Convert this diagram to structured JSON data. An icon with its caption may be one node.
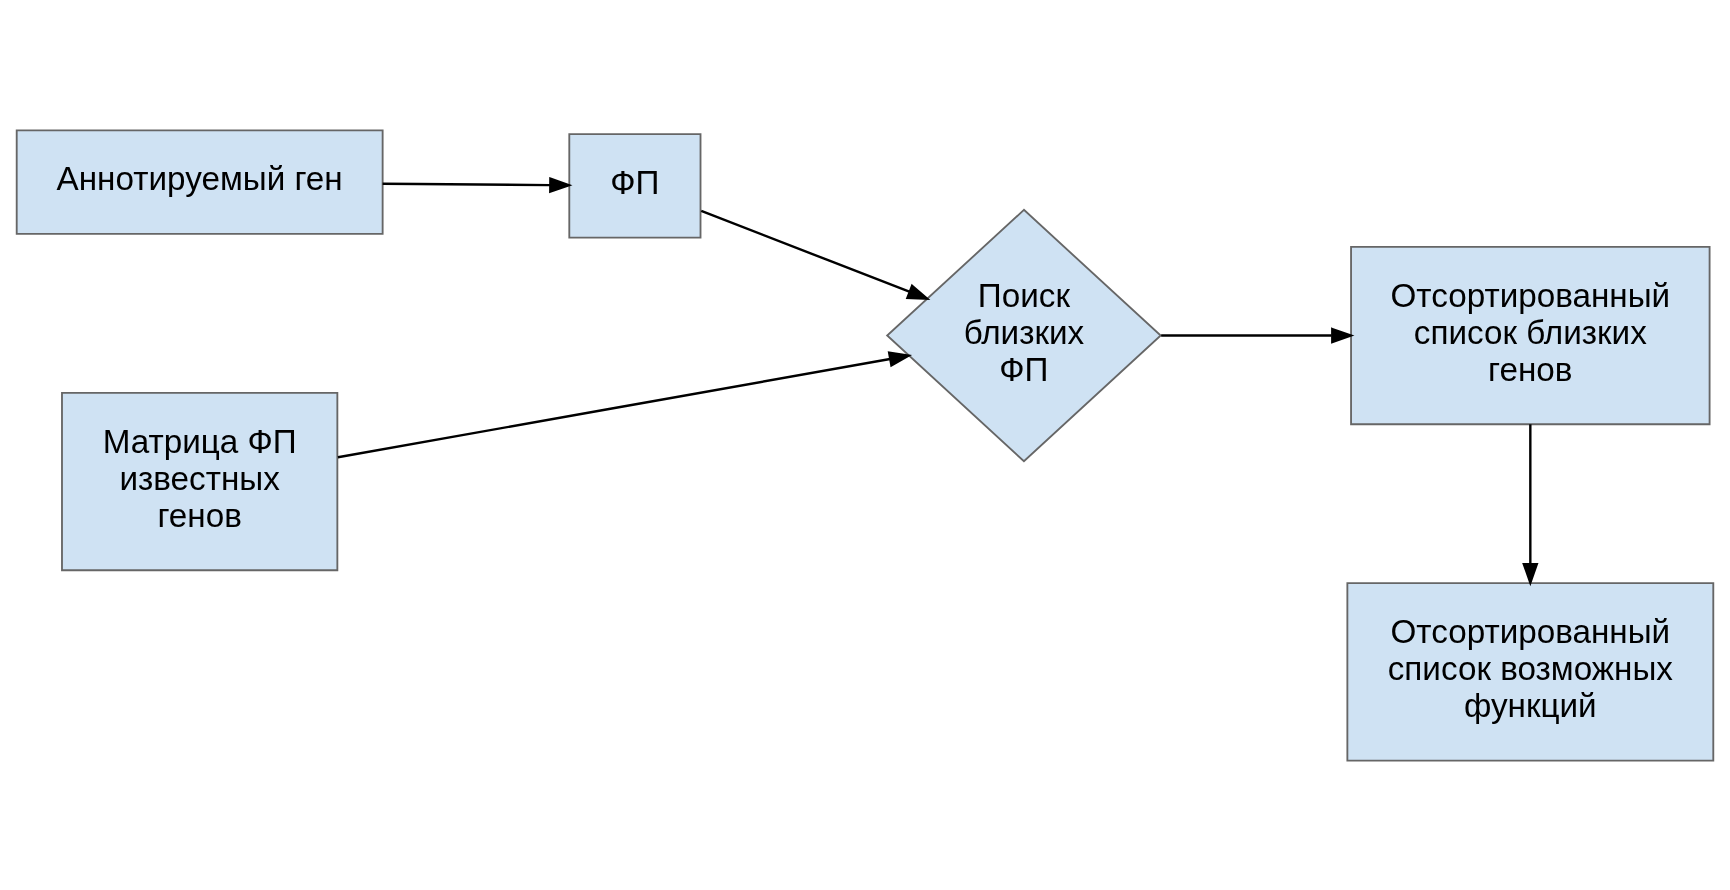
{
  "diagram": {
    "nodes": [
      {
        "text": [
          "Аннотируемый ген"
        ]
      },
      {
        "text": [
          "ФП"
        ]
      },
      {
        "text": [
          "Отсортированный список возможных функций"
        ]
      },
      {
        "text": [
          "Матрица ФП известных генов"
        ]
      },
      {
        "text": [
          "Поиск близких ФП"
        ]
      },
      {
        "text": [
          "Отсортированный список близких генов"
        ]
      }
    ],
    "edges": [
      {
        "from": 0,
        "to": 1,
        "arrow": "to"
      },
      {
        "from": 1,
        "to": 4,
        "arrow": "to"
      },
      {
        "from": 3,
        "to": 4,
        "arrow": "to"
      },
      {
        "from": 4,
        "to": 5,
        "arrow": "to"
      },
      {
        "from": 5,
        "to": 2,
        "arrow": "to"
      }
    ]
  }
}
